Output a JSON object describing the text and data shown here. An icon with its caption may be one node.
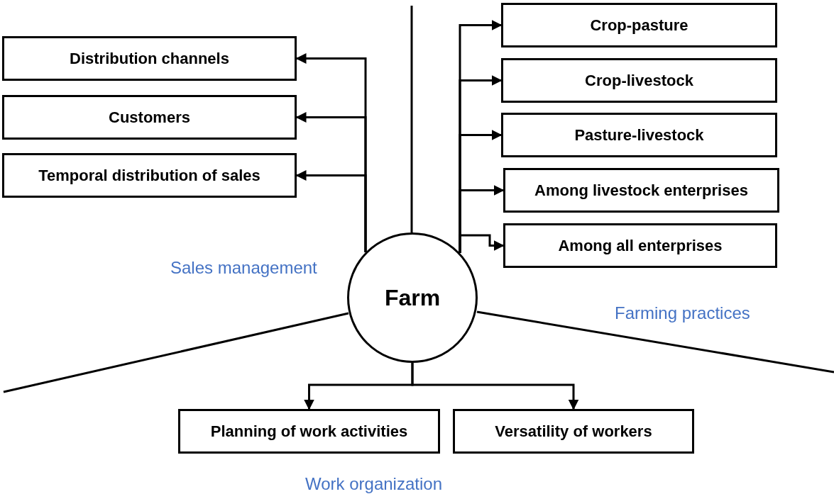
{
  "diagram": {
    "nodes": [
      {
        "text": [
          "Farm"
        ]
      },
      {
        "text": [
          "Distribution channels"
        ]
      },
      {
        "text": [
          "Customers"
        ]
      },
      {
        "text": [
          "Temporal distribution of sales"
        ]
      },
      {
        "text": [
          "Crop-pasture"
        ]
      },
      {
        "text": [
          "Crop-livestock"
        ]
      },
      {
        "text": [
          "Pasture-livestock"
        ]
      },
      {
        "text": [
          "Among livestock enterprises"
        ]
      },
      {
        "text": [
          "Among all enterprises"
        ]
      },
      {
        "text": [
          "Planning of work activities"
        ]
      },
      {
        "text": [
          "Versatility of workers"
        ]
      }
    ],
    "edges": [
      {
        "from": 0,
        "to": 1,
        "arrow": "to"
      },
      {
        "from": 0,
        "to": 2,
        "arrow": "to"
      },
      {
        "from": 0,
        "to": 3,
        "arrow": "to"
      },
      {
        "from": 0,
        "to": 4,
        "arrow": "to"
      },
      {
        "from": 0,
        "to": 5,
        "arrow": "to"
      },
      {
        "from": 0,
        "to": 6,
        "arrow": "to"
      },
      {
        "from": 0,
        "to": 7,
        "arrow": "to"
      },
      {
        "from": 0,
        "to": 8,
        "arrow": "to"
      },
      {
        "from": 0,
        "to": 9,
        "arrow": "to"
      },
      {
        "from": 0,
        "to": 10,
        "arrow": "to"
      }
    ],
    "labels": [
      "Sales management",
      "Farming practices",
      "Work organization"
    ]
  }
}
